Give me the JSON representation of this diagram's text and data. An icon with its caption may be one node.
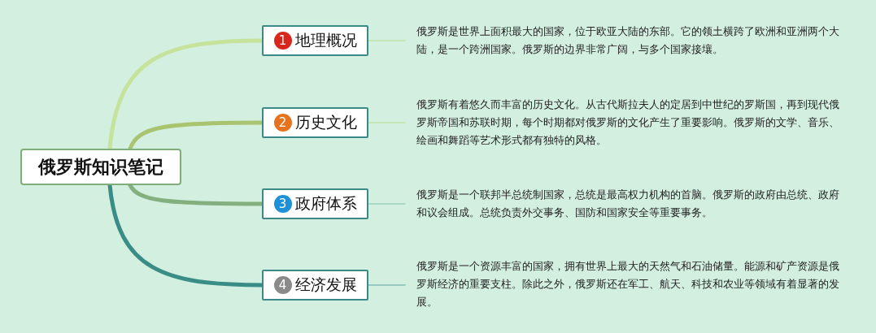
{
  "diagram": {
    "nodes": [
      {
        "text": [
          "俄罗斯知识笔记"
        ]
      },
      {
        "text": [
          "1",
          "地理概况"
        ]
      },
      {
        "text": [
          "2",
          "历史文化"
        ]
      },
      {
        "text": [
          "3",
          "政府体系"
        ]
      },
      {
        "text": [
          "4",
          "经济发展"
        ]
      },
      {
        "text": [
          "俄罗斯是世界上面积最大的国家，位于欧亚大陆的东部。它的领土横跨了欧洲和亚洲两个大陆，是一个跨洲国家。俄罗斯的边界非常广阔，与多个国家接壤。"
        ]
      },
      {
        "text": [
          "俄罗斯有着悠久而丰富的历史文化。从古代斯拉夫人的定居到中世纪的罗斯国，再到现代俄罗斯帝国和苏联时期，每个时期都对俄罗斯的文化产生了重要影响。俄罗斯的文学、音乐、绘画和舞蹈等艺术形式都有独特的风格。"
        ]
      },
      {
        "text": [
          "俄罗斯是一个联邦半总统制国家，总统是最高权力机构的首脑。俄罗斯的政府由总统、政府和议会组成。总统负责外交事务、国防和国家安全等重要事务。"
        ]
      },
      {
        "text": [
          "俄罗斯是一个资源丰富的国家，拥有世界上最大的天然气和石油储量。能源和矿产资源是俄罗斯经济的重要支柱。除此之外，俄罗斯还在军工、航天、科技和农业等领域有着显著的发展。"
        ]
      }
    ],
    "edges": [
      {
        "from": 0,
        "to": 1,
        "arrow": "none",
        "style": "thick",
        "color": "#c6e39c"
      },
      {
        "from": 0,
        "to": 2,
        "arrow": "none",
        "style": "thick",
        "color": "#a9c46f"
      },
      {
        "from": 0,
        "to": 3,
        "arrow": "none",
        "style": "thick",
        "color": "#84b07f"
      },
      {
        "from": 0,
        "to": 4,
        "arrow": "none",
        "style": "thick",
        "color": "#3a8c86"
      },
      {
        "from": 1,
        "to": 5,
        "arrow": "none"
      },
      {
        "from": 2,
        "to": 6,
        "arrow": "none"
      },
      {
        "from": 3,
        "to": 7,
        "arrow": "none"
      },
      {
        "from": 4,
        "to": 8,
        "arrow": "none"
      }
    ]
  }
}
